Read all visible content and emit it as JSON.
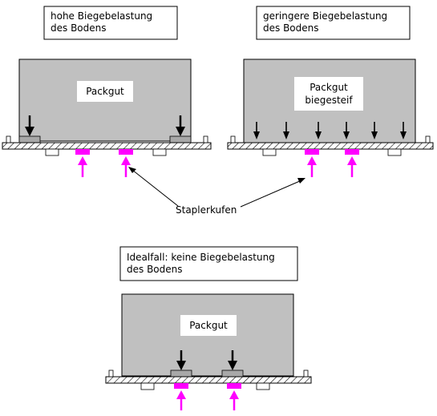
{
  "scenarios": {
    "left": {
      "caption": [
        "hohe Biegebelastung",
        "des Bodens"
      ],
      "box_label": [
        "Packgut"
      ]
    },
    "right": {
      "caption": [
        "geringere Biegebelastung",
        "des Bodens"
      ],
      "box_label": [
        "Packgut",
        "biegesteif"
      ]
    },
    "bottom": {
      "caption": [
        "Idealfall: keine Biegebelastung",
        "des Bodens"
      ],
      "box_label": [
        "Packgut"
      ]
    }
  },
  "shared_label": "Staplerkufen",
  "colors": {
    "box_fill": "#c0c0c0",
    "forklift_tine": "#ff00ff",
    "support_pad": "#a8a8a8",
    "line": "#000000"
  }
}
